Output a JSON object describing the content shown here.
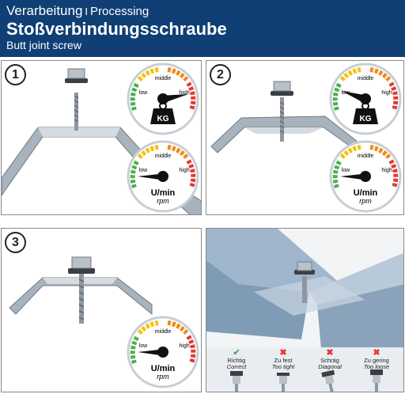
{
  "header": {
    "title_de": "Verarbeitung",
    "separator": "I",
    "title_en": "Processing",
    "product": "Stoßverbindungsschraube",
    "subtitle": "Butt joint screw"
  },
  "colors": {
    "header_bg": "#0f3f74",
    "gauge_green": "#4caf50",
    "gauge_yellow": "#f4c20d",
    "gauge_orange": "#f08a1c",
    "gauge_red": "#e53935",
    "check": "#4caf50",
    "cross": "#e53935"
  },
  "steps": [
    {
      "number": "1",
      "force_gauge": {
        "low": "low",
        "middle": "middle",
        "high": "high",
        "unit": "KG",
        "level": "high"
      },
      "speed_gauge": {
        "low": "low",
        "middle": "middle",
        "high": "high",
        "unit": "U/min",
        "unit_en": "rpm",
        "level": "low"
      }
    },
    {
      "number": "2",
      "force_gauge": {
        "low": "low",
        "middle": "middle",
        "high": "high",
        "unit": "KG",
        "level": "low"
      },
      "speed_gauge": {
        "low": "low",
        "middle": "middle",
        "high": "high",
        "unit": "U/min",
        "unit_en": "rpm",
        "level": "low"
      }
    },
    {
      "number": "3",
      "speed_gauge": {
        "low": "low",
        "middle": "middle",
        "high": "high",
        "unit": "U/min",
        "unit_en": "rpm",
        "level": "low"
      }
    }
  ],
  "results": [
    {
      "de": "Richtig",
      "en": "Correct",
      "icon": "check-icon"
    },
    {
      "de": "Zu fest",
      "en": "Too tight",
      "icon": "cross-icon"
    },
    {
      "de": "Schräg",
      "en": "Diagonal",
      "icon": "cross-icon"
    },
    {
      "de": "Zu gering",
      "en": "Too loose",
      "icon": "cross-icon"
    }
  ]
}
